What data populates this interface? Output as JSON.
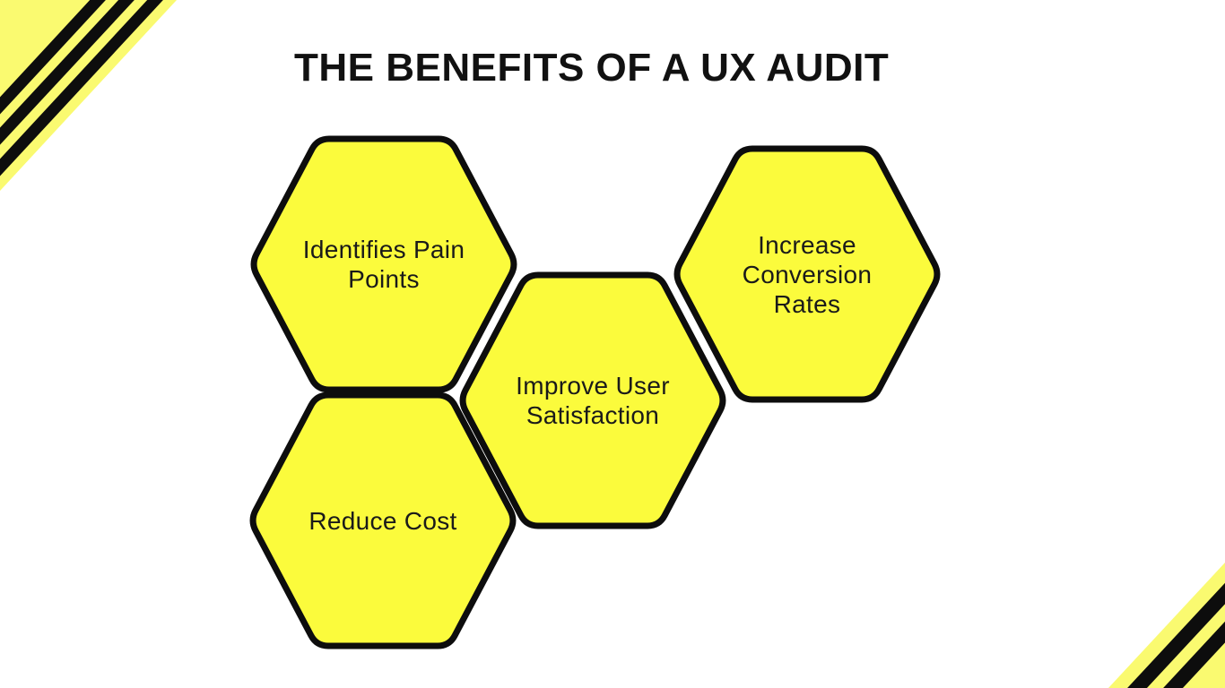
{
  "title": "THE BENEFITS OF A UX AUDIT",
  "hexagons": [
    {
      "id": "identifies-pain-points",
      "label": "Identifies Pain\nPoints"
    },
    {
      "id": "increase-conversion-rates",
      "label": "Increase\nConversion\nRates"
    },
    {
      "id": "improve-user-satisfaction",
      "label": "Improve User\nSatisfaction"
    },
    {
      "id": "reduce-cost",
      "label": "Reduce Cost"
    }
  ],
  "decorations": {
    "top_left_corner": {
      "type": "striped-triangle",
      "stripes": 3
    },
    "bottom_right_corner": {
      "type": "striped-triangle",
      "stripes": 2
    }
  },
  "colors": {
    "background": "#FFFFFF",
    "hexagon_fill": "#FBFB3C",
    "hexagon_stroke": "#0D0D0D",
    "corner_yellow": "#FAFA70",
    "stripe_black": "#0D0D0D",
    "title_color": "#111111",
    "label_color": "#1A1A1A"
  }
}
